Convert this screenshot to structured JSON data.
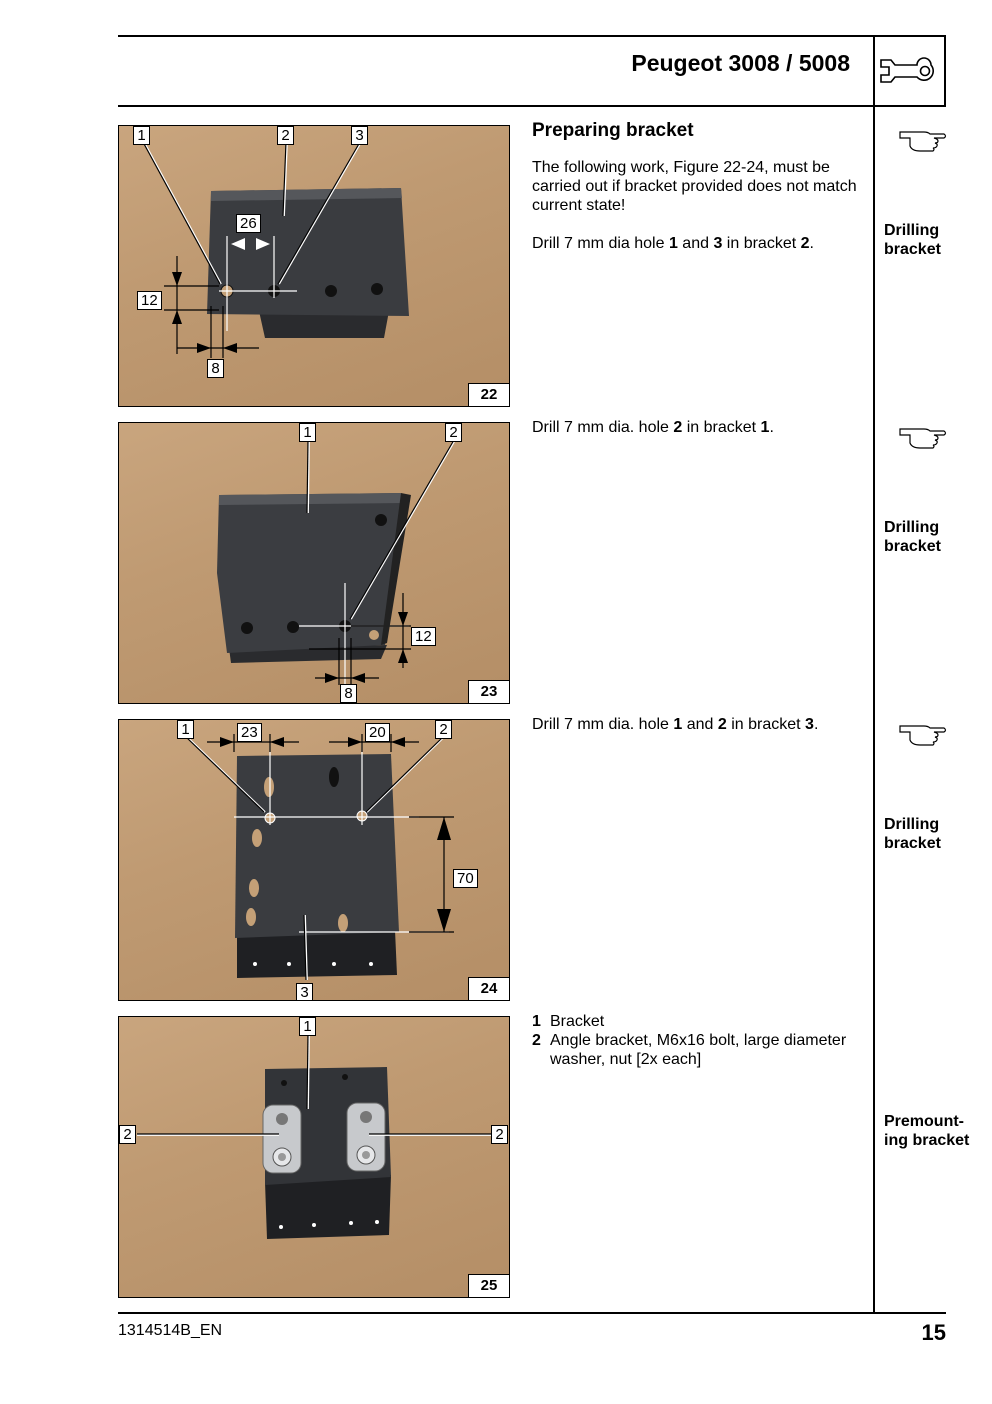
{
  "header": {
    "title": "Peugeot 3008 / 5008"
  },
  "icons": {
    "header": "wrench-icon",
    "pointer": "pointing-hand-icon"
  },
  "colors": {
    "background": "#c4a077",
    "bracket": "#2e2e30",
    "line": "#000000"
  },
  "sections": [
    {
      "figure": {
        "number": "22",
        "labels": [
          "1",
          "2",
          "3",
          "26",
          "12",
          "8"
        ]
      },
      "heading": "Preparing bracket",
      "paragraphs": [
        {
          "parts": [
            {
              "t": "The following work, Figure 22-24, must be carried out if bracket provided does not match current state!"
            }
          ]
        },
        {
          "parts": [
            {
              "t": "Drill 7 mm dia hole "
            },
            {
              "t": "1",
              "b": true
            },
            {
              "t": " and "
            },
            {
              "t": "3",
              "b": true
            },
            {
              "t": " in bracket "
            },
            {
              "t": "2",
              "b": true
            },
            {
              "t": "."
            }
          ]
        }
      ],
      "side": [
        "Drilling",
        "bracket"
      ]
    },
    {
      "figure": {
        "number": "23",
        "labels": [
          "1",
          "2",
          "12",
          "8"
        ]
      },
      "paragraphs": [
        {
          "parts": [
            {
              "t": "Drill 7 mm dia. hole "
            },
            {
              "t": "2",
              "b": true
            },
            {
              "t": " in bracket "
            },
            {
              "t": "1",
              "b": true
            },
            {
              "t": "."
            }
          ]
        }
      ],
      "side": [
        "Drilling",
        "bracket"
      ]
    },
    {
      "figure": {
        "number": "24",
        "labels": [
          "1",
          "23",
          "20",
          "2",
          "70",
          "3"
        ]
      },
      "paragraphs": [
        {
          "parts": [
            {
              "t": "Drill 7 mm dia. hole "
            },
            {
              "t": "1",
              "b": true
            },
            {
              "t": " and "
            },
            {
              "t": "2",
              "b": true
            },
            {
              "t": " in bracket "
            },
            {
              "t": "3",
              "b": true
            },
            {
              "t": "."
            }
          ]
        }
      ],
      "side": [
        "Drilling",
        "bracket"
      ]
    },
    {
      "figure": {
        "number": "25",
        "labels": [
          "1",
          "2",
          "2"
        ]
      },
      "legend": [
        {
          "num": "1",
          "text": "Bracket"
        },
        {
          "num": "2",
          "text": "Angle bracket, M6x16 bolt, large diameter washer, nut [2x each]"
        }
      ],
      "side": [
        "Premount-",
        "ing bracket"
      ]
    }
  ],
  "footer": {
    "doc": "1314514B_EN",
    "page": "15"
  }
}
